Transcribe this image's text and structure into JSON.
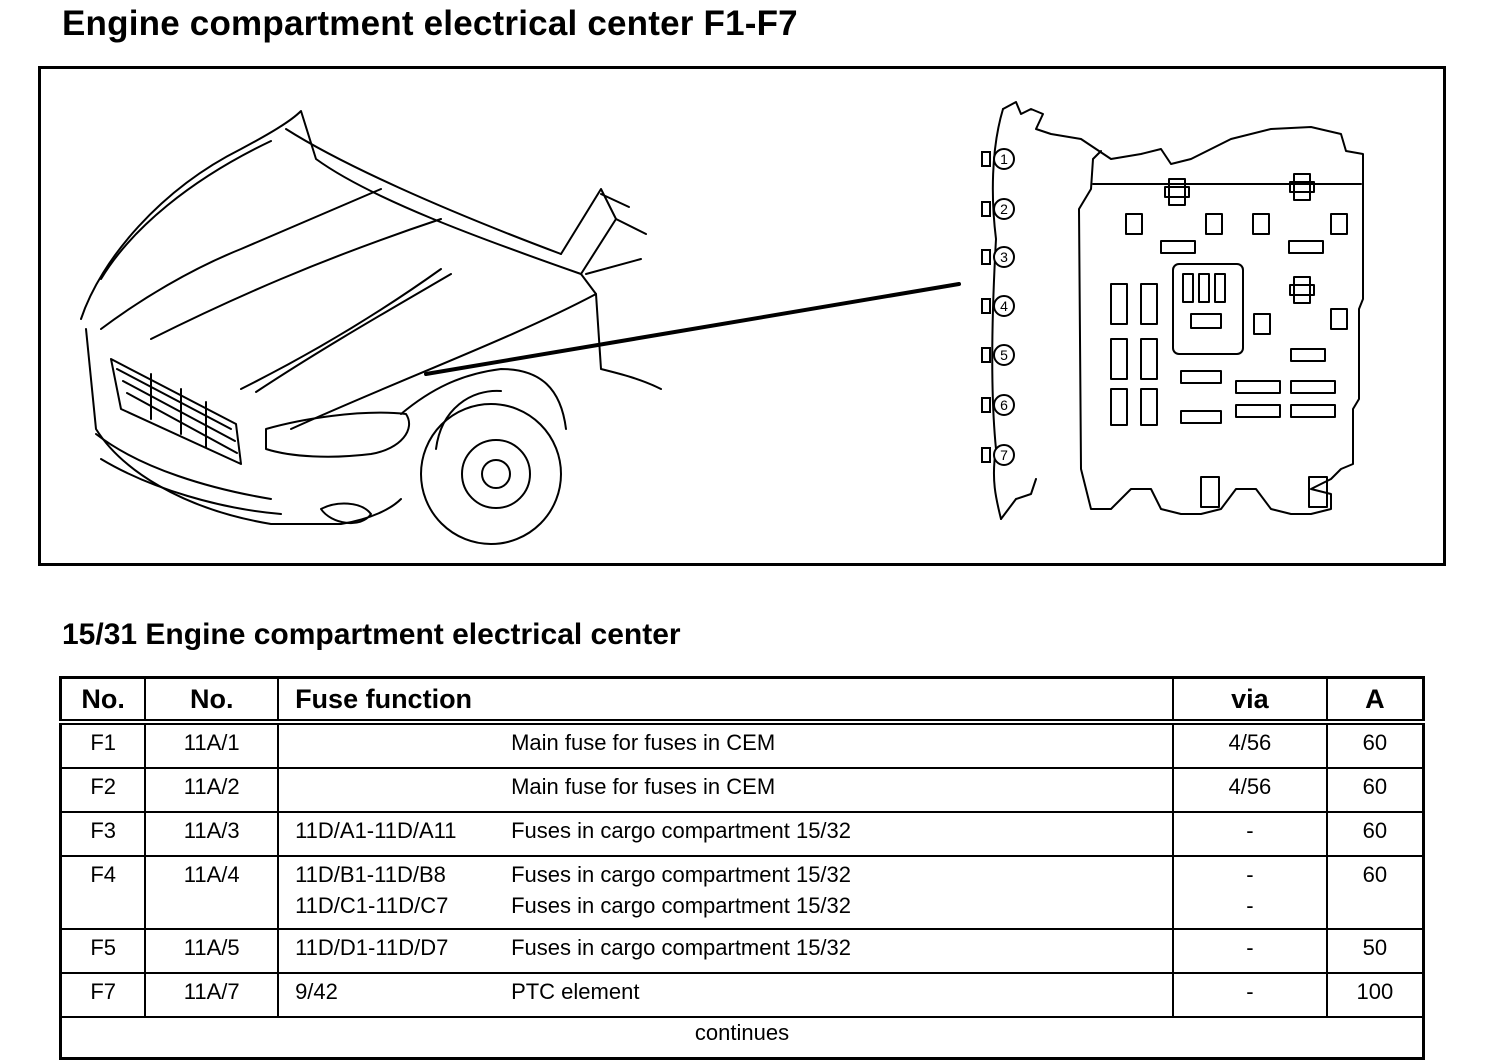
{
  "page_title": "Engine compartment electrical center F1-F7",
  "figure": {
    "connector_numbers": [
      "1",
      "2",
      "3",
      "4",
      "5",
      "6",
      "7"
    ]
  },
  "section_title": "15/31 Engine compartment electrical center",
  "table": {
    "headers": [
      "No.",
      "No.",
      "Fuse function",
      "via",
      "A"
    ],
    "rows": [
      {
        "no": "F1",
        "no2": "11A/1",
        "lines": [
          {
            "ref": "",
            "desc": "Main fuse for fuses in CEM",
            "via": "4/56"
          }
        ],
        "amp": "60"
      },
      {
        "no": "F2",
        "no2": "11A/2",
        "lines": [
          {
            "ref": "",
            "desc": "Main fuse for fuses in CEM",
            "via": "4/56"
          }
        ],
        "amp": "60"
      },
      {
        "no": "F3",
        "no2": "11A/3",
        "lines": [
          {
            "ref": "11D/A1-11D/A11",
            "desc": "Fuses in cargo compartment 15/32",
            "via": "-"
          }
        ],
        "amp": "60"
      },
      {
        "no": "F4",
        "no2": "11A/4",
        "lines": [
          {
            "ref": "11D/B1-11D/B8",
            "desc": "Fuses in cargo compartment 15/32",
            "via": "-"
          },
          {
            "ref": "11D/C1-11D/C7",
            "desc": "Fuses in cargo compartment 15/32",
            "via": "-"
          }
        ],
        "amp": "60"
      },
      {
        "no": "F5",
        "no2": "11A/5",
        "lines": [
          {
            "ref": "11D/D1-11D/D7",
            "desc": "Fuses in cargo compartment 15/32",
            "via": "-"
          }
        ],
        "amp": "50"
      },
      {
        "no": "F7",
        "no2": "11A/7",
        "lines": [
          {
            "ref": "9/42",
            "desc": "PTC element",
            "via": "-"
          }
        ],
        "amp": "100"
      }
    ],
    "footer": "continues"
  }
}
